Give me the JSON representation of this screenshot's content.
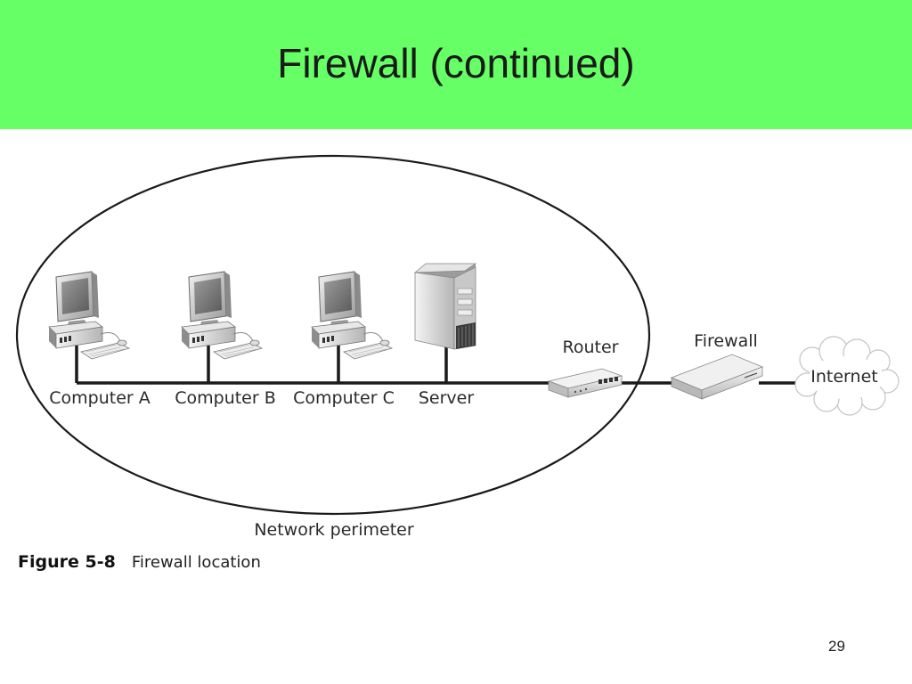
{
  "slide": {
    "title": "Firewall (continued)",
    "page_number": "29"
  },
  "diagram": {
    "nodes": {
      "computer_a": "Computer A",
      "computer_b": "Computer B",
      "computer_c": "Computer C",
      "server": "Server",
      "router": "Router",
      "firewall": "Firewall",
      "internet": "Internet"
    },
    "perimeter_label": "Network perimeter"
  },
  "caption": {
    "figure_number": "Figure 5-8",
    "text": "Firewall location"
  },
  "colors": {
    "title_bar": "#66ff66",
    "line": "#1a1a1a"
  }
}
